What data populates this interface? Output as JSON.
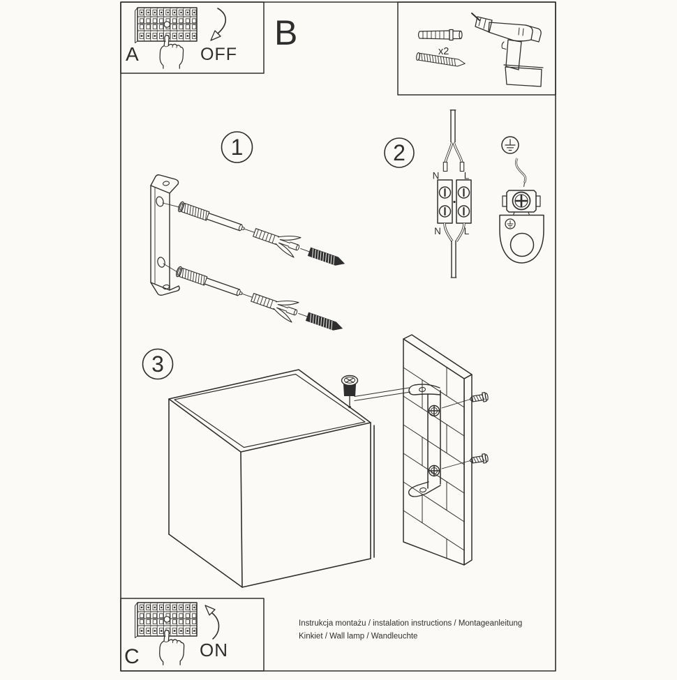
{
  "sheet": {
    "section_a": "A",
    "section_b": "B",
    "section_c": "C",
    "power_off": "OFF",
    "power_on": "ON",
    "anchor_qty": "x2",
    "step_1": "1",
    "step_2": "2",
    "step_3": "3",
    "wires": {
      "in_n": "N",
      "in_l": "L",
      "out_n": "N",
      "out_l": "L"
    },
    "footer": {
      "line_1": "Instrukcja montażu / instalation instructions / Montageanleitung",
      "line_2": "Kinkiet / Wall lamp / Wandleuchte"
    }
  },
  "colors": {
    "ink": "#2e2e2e",
    "paper": "#fbfaf7"
  }
}
